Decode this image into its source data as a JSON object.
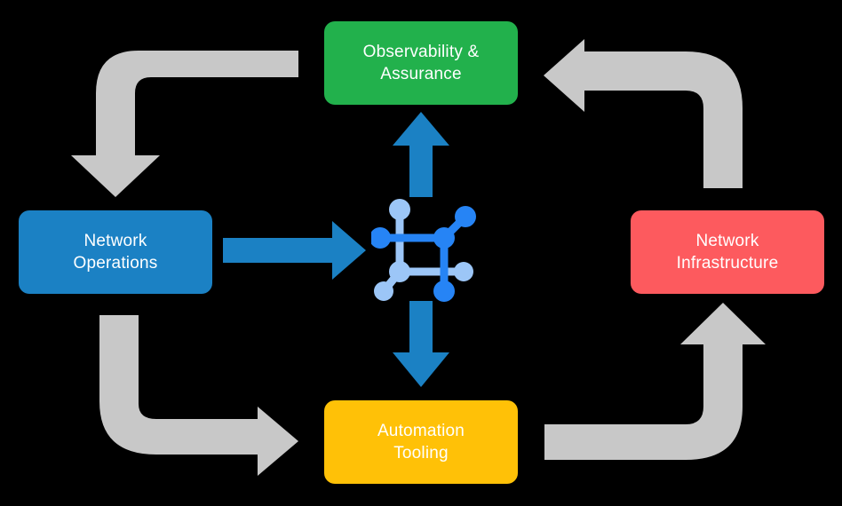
{
  "diagram": {
    "title": "Network automation lifecycle loop",
    "background_color": "#000000",
    "nodes": [
      {
        "id": "observability",
        "label": "Observability &\nAssurance",
        "color": "#22b14c",
        "text_color": "#ffffff",
        "position": "top"
      },
      {
        "id": "operations",
        "label": "Network\nOperations",
        "color": "#1b81c4",
        "text_color": "#ffffff",
        "position": "left"
      },
      {
        "id": "infrastructure",
        "label": "Network\nInfrastructure",
        "color": "#fd5a5e",
        "text_color": "#ffffff",
        "position": "right"
      },
      {
        "id": "automation",
        "label": "Automation\nTooling",
        "color": "#ffc107",
        "text_color": "#ffffff",
        "position": "bottom"
      }
    ],
    "center_icon": {
      "name": "network-topology-icon",
      "color_primary": "#2684f5",
      "color_secondary": "#9cc6f7"
    },
    "blue_arrows": [
      {
        "id": "arrow-center-to-observability",
        "direction": "up",
        "color": "#1b81c4",
        "from": "center",
        "to": "observability"
      },
      {
        "id": "arrow-operations-to-center",
        "direction": "right",
        "color": "#1b81c4",
        "from": "operations",
        "to": "center"
      },
      {
        "id": "arrow-center-to-automation",
        "direction": "down",
        "color": "#1b81c4",
        "from": "center",
        "to": "automation"
      }
    ],
    "gray_arrows": [
      {
        "id": "arrow-observability-to-operations",
        "color": "#c8c8c8",
        "from": "observability",
        "to": "operations",
        "shape": "elbow-left-down"
      },
      {
        "id": "arrow-infrastructure-to-observability",
        "color": "#c8c8c8",
        "from": "infrastructure",
        "to": "observability",
        "shape": "elbow-up-left"
      },
      {
        "id": "arrow-operations-to-automation",
        "color": "#c8c8c8",
        "from": "operations",
        "to": "automation",
        "shape": "elbow-down-right"
      },
      {
        "id": "arrow-automation-to-infrastructure",
        "color": "#c8c8c8",
        "from": "automation",
        "to": "infrastructure",
        "shape": "elbow-right-up"
      }
    ]
  }
}
